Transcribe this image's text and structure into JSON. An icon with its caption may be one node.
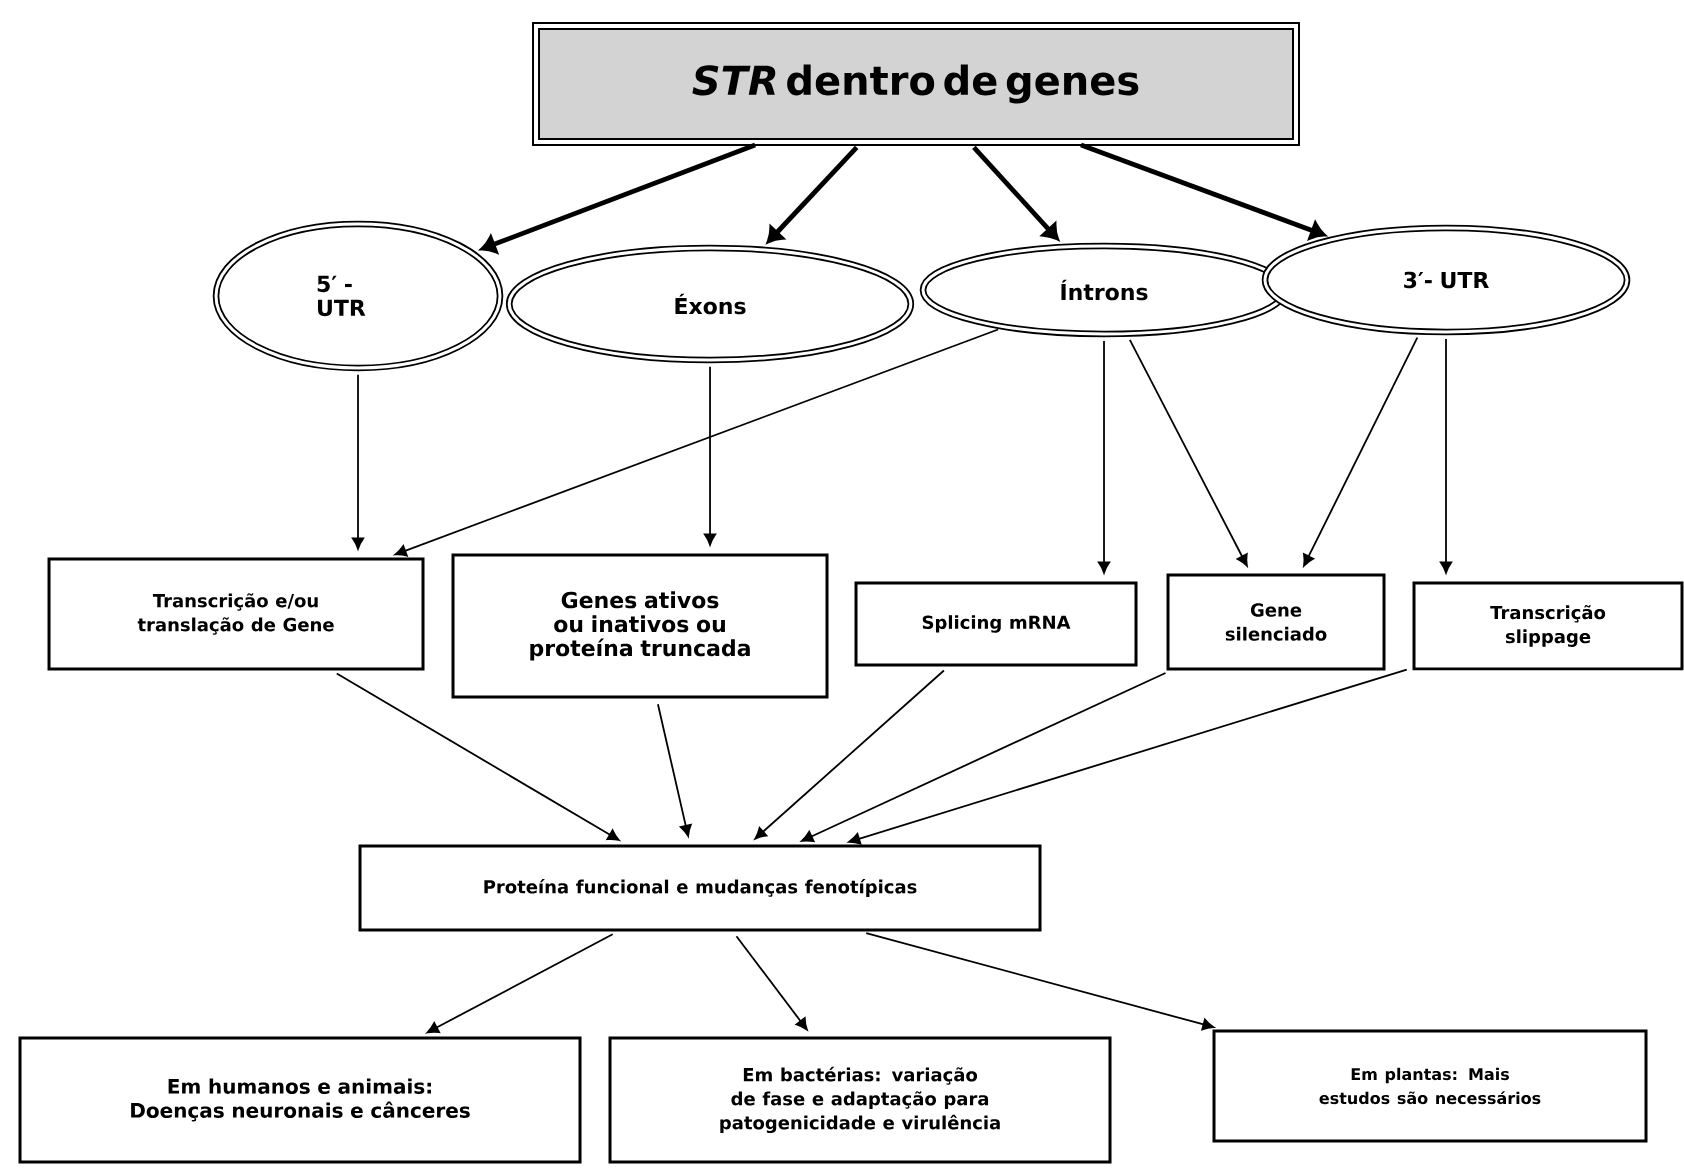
{
  "diagram": {
    "nodes": [
      {
        "text": [
          "*STR* dentro de genes"
        ]
      },
      {
        "text": [
          "5′ - UTR"
        ]
      },
      {
        "text": [
          "Éxons"
        ]
      },
      {
        "text": [
          "Íntrons"
        ]
      },
      {
        "text": [
          "3′- UTR"
        ]
      },
      {
        "text": [
          "Transcrição e/ou translação de Gene"
        ]
      },
      {
        "text": [
          "Genes ativos ou inativos ou proteína truncada"
        ]
      },
      {
        "text": [
          "Splicing mRNA"
        ]
      },
      {
        "text": [
          "Gene silenciado"
        ]
      },
      {
        "text": [
          "Transcrição slippage"
        ]
      },
      {
        "text": [
          "Proteína funcional e mudanças fenotípicas"
        ]
      },
      {
        "text": [
          "Em humanos e animais: Doenças neuronais e cânceres"
        ]
      },
      {
        "text": [
          "Em bactérias: variação de fase e adaptação para patogenicidade e virulência"
        ]
      },
      {
        "text": [
          "Em plantas: Mais estudos são necessários"
        ]
      }
    ],
    "edges": [
      {
        "from": 0,
        "to": 1,
        "arrow": "to",
        "style": "thick"
      },
      {
        "from": 0,
        "to": 2,
        "arrow": "to",
        "style": "thick"
      },
      {
        "from": 0,
        "to": 3,
        "arrow": "to",
        "style": "thick"
      },
      {
        "from": 0,
        "to": 4,
        "arrow": "to",
        "style": "thick"
      },
      {
        "from": 1,
        "to": 5,
        "arrow": "to"
      },
      {
        "from": 3,
        "to": 5,
        "arrow": "to"
      },
      {
        "from": 2,
        "to": 6,
        "arrow": "to"
      },
      {
        "from": 3,
        "to": 7,
        "arrow": "to"
      },
      {
        "from": 3,
        "to": 8,
        "arrow": "to"
      },
      {
        "from": 4,
        "to": 8,
        "arrow": "to"
      },
      {
        "from": 4,
        "to": 9,
        "arrow": "to"
      },
      {
        "from": 5,
        "to": 10,
        "arrow": "to"
      },
      {
        "from": 6,
        "to": 10,
        "arrow": "to"
      },
      {
        "from": 7,
        "to": 10,
        "arrow": "to"
      },
      {
        "from": 8,
        "to": 10,
        "arrow": "to"
      },
      {
        "from": 9,
        "to": 10,
        "arrow": "to"
      },
      {
        "from": 10,
        "to": 11,
        "arrow": "to"
      },
      {
        "from": 10,
        "to": 12,
        "arrow": "to"
      },
      {
        "from": 10,
        "to": 13,
        "arrow": "to"
      }
    ]
  }
}
